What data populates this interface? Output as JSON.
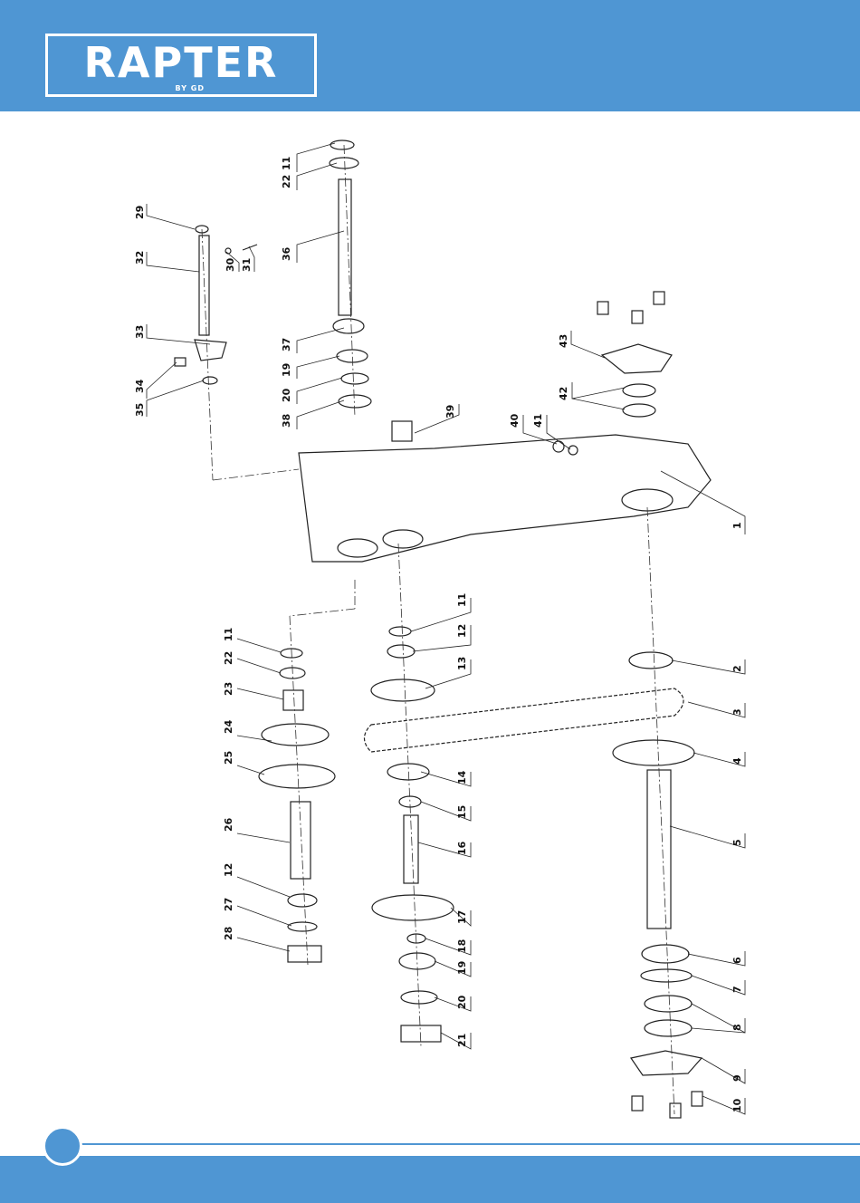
{
  "brand": {
    "name": "RAPTER",
    "tagline": "BY GD"
  },
  "colors": {
    "accent": "#4f96d3",
    "line": "#222222"
  },
  "callouts": [
    "1",
    "2",
    "3",
    "4",
    "5",
    "6",
    "7",
    "8",
    "9",
    "10",
    "11",
    "12",
    "13",
    "14",
    "15",
    "16",
    "17",
    "18",
    "19",
    "20",
    "21",
    "22",
    "23",
    "24",
    "25",
    "26",
    "27",
    "28",
    "29",
    "30",
    "31",
    "32",
    "33",
    "34",
    "35",
    "36",
    "37",
    "38",
    "39",
    "40",
    "41",
    "42",
    "43"
  ]
}
